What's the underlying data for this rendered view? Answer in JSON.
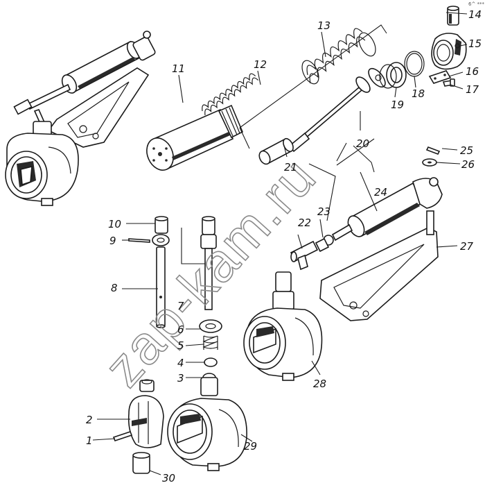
{
  "figure": {
    "corner_mark": "6^ ***",
    "watermark": "zap-kam.ru",
    "callouts": [
      "1",
      "2",
      "3",
      "4",
      "5",
      "6",
      "7",
      "8",
      "9",
      "10",
      "11",
      "12",
      "13",
      "14",
      "15",
      "16",
      "17",
      "18",
      "19",
      "20",
      "21",
      "22",
      "23",
      "24",
      "25",
      "26",
      "27",
      "28",
      "29",
      "30"
    ]
  }
}
